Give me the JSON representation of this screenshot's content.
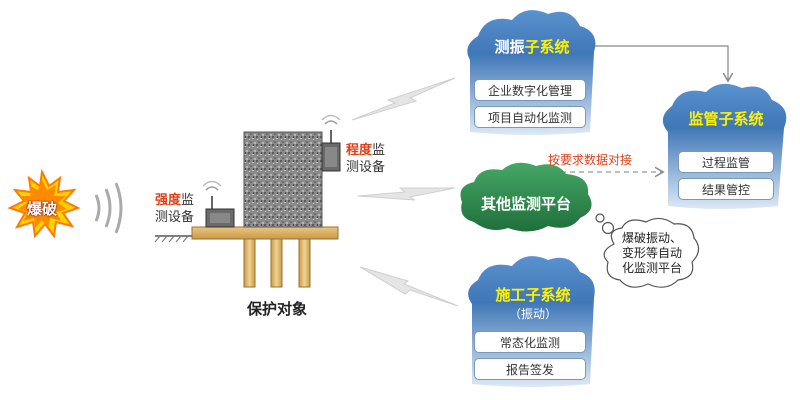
{
  "blast": {
    "label": "爆破"
  },
  "strength_device": {
    "hl": "强度",
    "rest1": "监",
    "line2": "测设备"
  },
  "distance_device": {
    "hl": "程度",
    "rest1": "监",
    "line2": "测设备"
  },
  "protected_object": {
    "label": "保护对象"
  },
  "vibration_subsystem": {
    "title_part1": "测振",
    "title_part2": "子系统",
    "items": [
      "企业数字化管理",
      "项目自动化监测"
    ]
  },
  "supervision_subsystem": {
    "title_part1": "监管",
    "title_part2": "子系统",
    "items": [
      "过程监管",
      "结果管控"
    ]
  },
  "other_platform": {
    "title": "其他监测平台"
  },
  "arrow_label": "按要求数据对接",
  "thought_note": {
    "lines": [
      "爆破振动、",
      "变形等自动",
      "化监测平台"
    ]
  },
  "construction_subsystem": {
    "title_part1": "施工",
    "title_part2": "子系统",
    "subtitle": "（振动）",
    "items": [
      "常态化监测",
      "报告签发"
    ]
  },
  "colors": {
    "cloud_fill": "#3f77b7",
    "cloud_light": "#d7e6f3",
    "green_cloud": "#2f8a4e",
    "title_yellow": "#fff200",
    "highlight_red": "#e0401a",
    "blast_orange": "#ff7a00"
  }
}
